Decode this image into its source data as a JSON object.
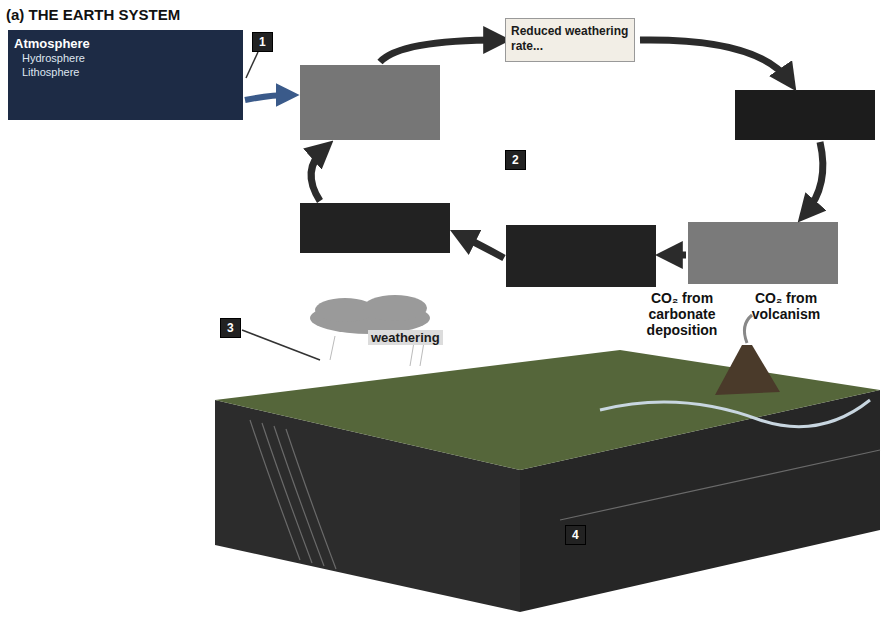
{
  "diagram": {
    "title": "(a) THE EARTH SYSTEM",
    "nodes": [
      {
        "text": [
          "Atmosphere",
          "Hydrosphere",
          "Lithosphere"
        ]
      },
      {
        "text": [
          "Reduced weathering rate..."
        ]
      }
    ],
    "labels": [
      "1",
      "2",
      "3",
      "4",
      "CO₂ from carbonate deposition",
      "CO₂ from volcanism",
      "weathering"
    ]
  }
}
